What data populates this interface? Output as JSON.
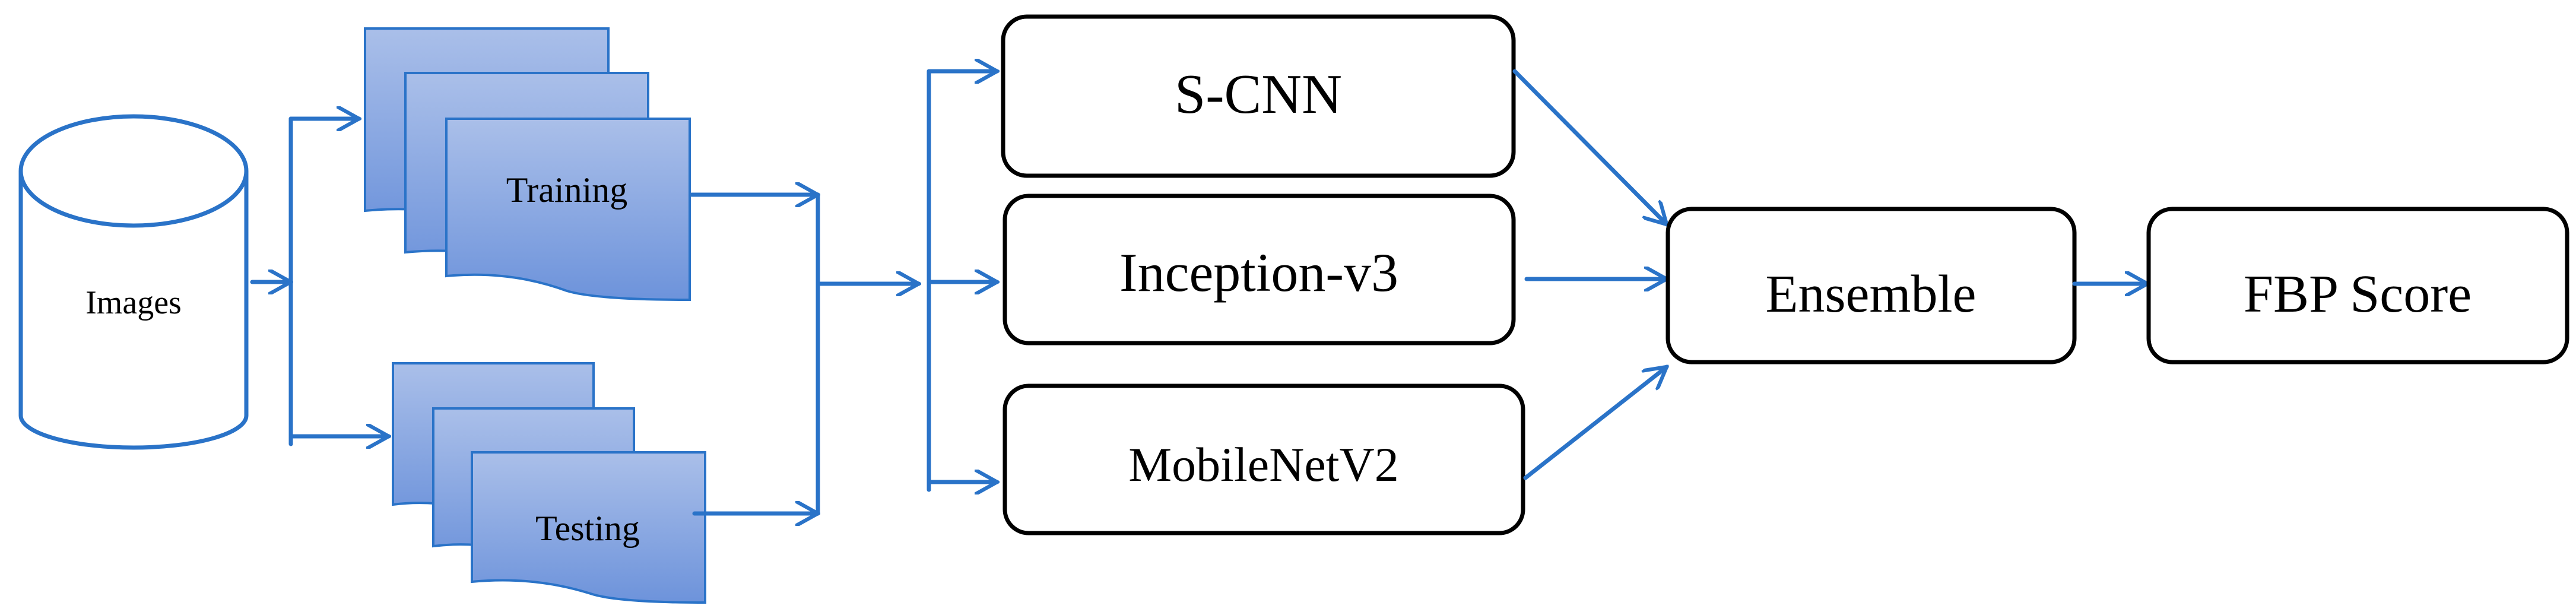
{
  "diagram": {
    "nodes": {
      "images": "Images",
      "training": "Training",
      "testing": "Testing",
      "scnn": "S-CNN",
      "inception": "Inception-v3",
      "mobilenet": "MobileNetV2",
      "ensemble": "Ensemble",
      "fbp_score": "FBP Score"
    },
    "colors": {
      "arrow": "#2a73c8",
      "document_fill_top": "#a9bde8",
      "document_fill_bottom": "#6f95dc",
      "box_border": "#000000"
    }
  }
}
